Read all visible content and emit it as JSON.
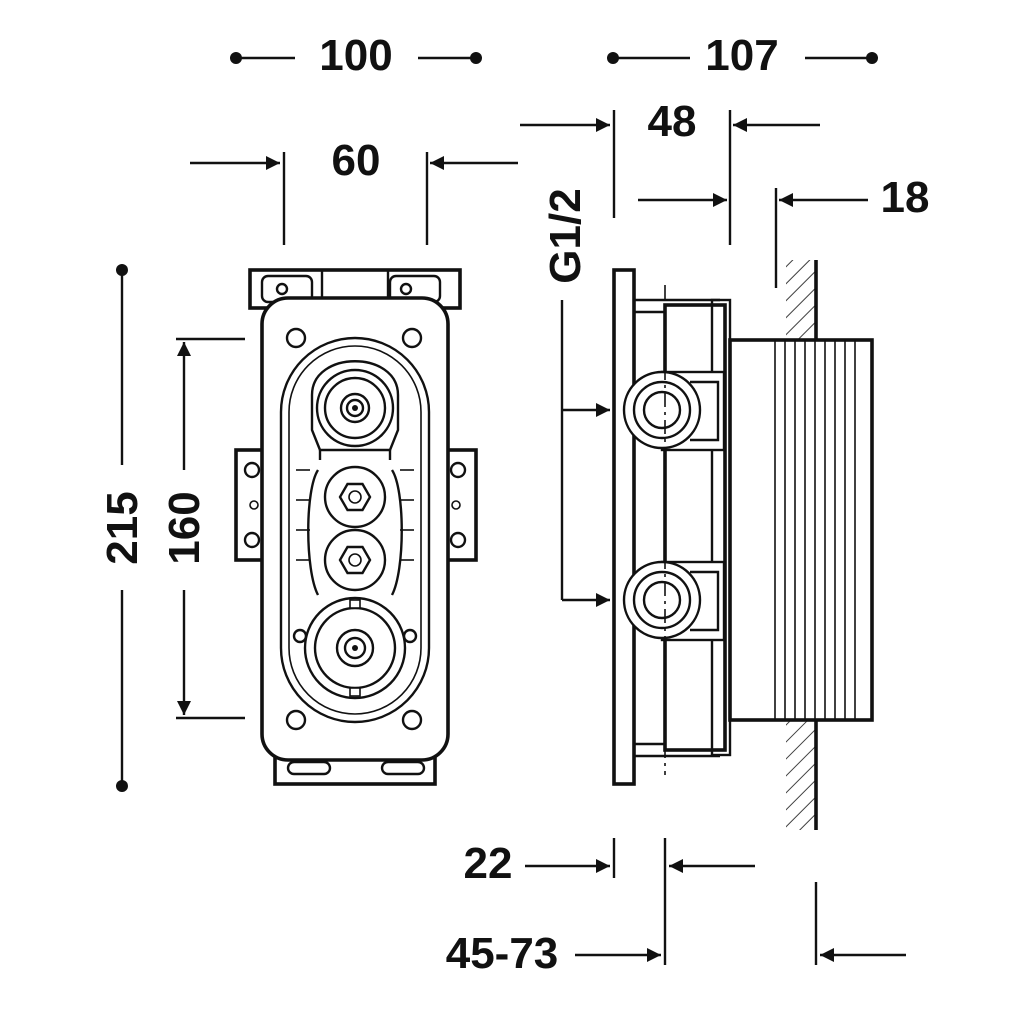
{
  "colors": {
    "ink": "#111111",
    "paper": "#ffffff"
  },
  "dimensions": {
    "width_front": "100",
    "width_side": "107",
    "depth_body": "48",
    "wall_offset": "18",
    "inner_width": "60",
    "thread": "G1/2",
    "total_height": "215",
    "inner_height": "160",
    "flange_depth": "22",
    "install_depth": "45-73"
  }
}
